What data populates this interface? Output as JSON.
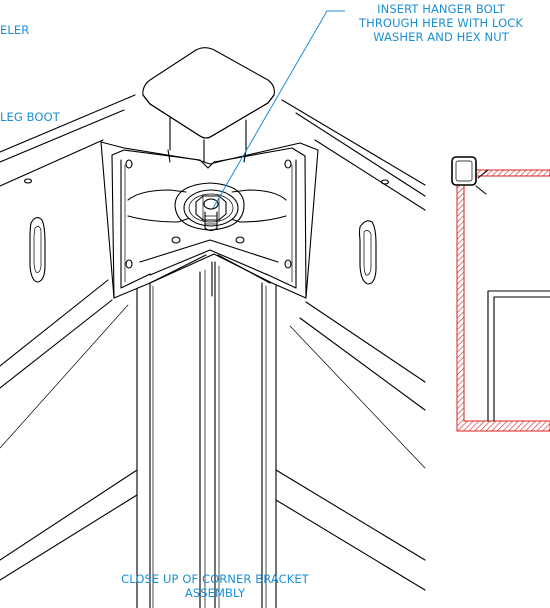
{
  "labels": {
    "wheeler": "ELER",
    "leg_boot": "LEG BOOT",
    "insert_line1": "INSERT HANGER BOLT",
    "insert_line2": "THROUGH HERE WITH LOCK",
    "insert_line3": "WASHER AND HEX NUT",
    "caption_line1": "CLOSE UP OF CORNER BRACKET",
    "caption_line2": "ASSEMBLY"
  },
  "colors": {
    "annotation": "#1a8fd6",
    "section_cut": "#d22222",
    "line": "#000000",
    "background": "#ffffff"
  }
}
